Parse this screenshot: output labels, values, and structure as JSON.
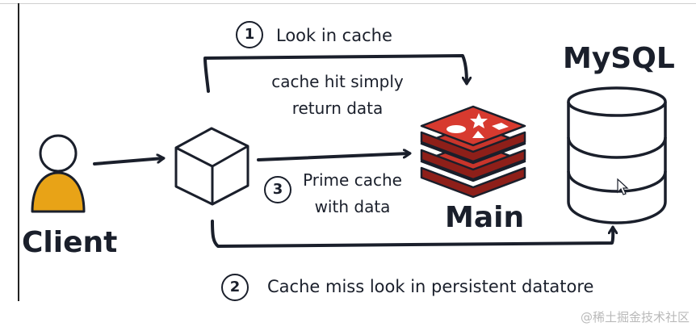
{
  "steps": {
    "step1": {
      "number": "1",
      "label": "Look in cache"
    },
    "step2": {
      "number": "2",
      "label": "Cache miss look in persistent datatore"
    },
    "step3": {
      "number": "3",
      "label_line1": "Prime cache",
      "label_line2": "with data"
    }
  },
  "notes": {
    "cache_hit_line1": "cache hit simply",
    "cache_hit_line2": "return data"
  },
  "nodes": {
    "client": "Client",
    "cache": "Main",
    "database": "MySQL"
  },
  "colors": {
    "ink": "#1a1f2b",
    "client_body": "#e8a317",
    "redis_red": "#c9352b",
    "redis_dark": "#8e1f19"
  },
  "watermark": "@稀土掘金技术社区"
}
